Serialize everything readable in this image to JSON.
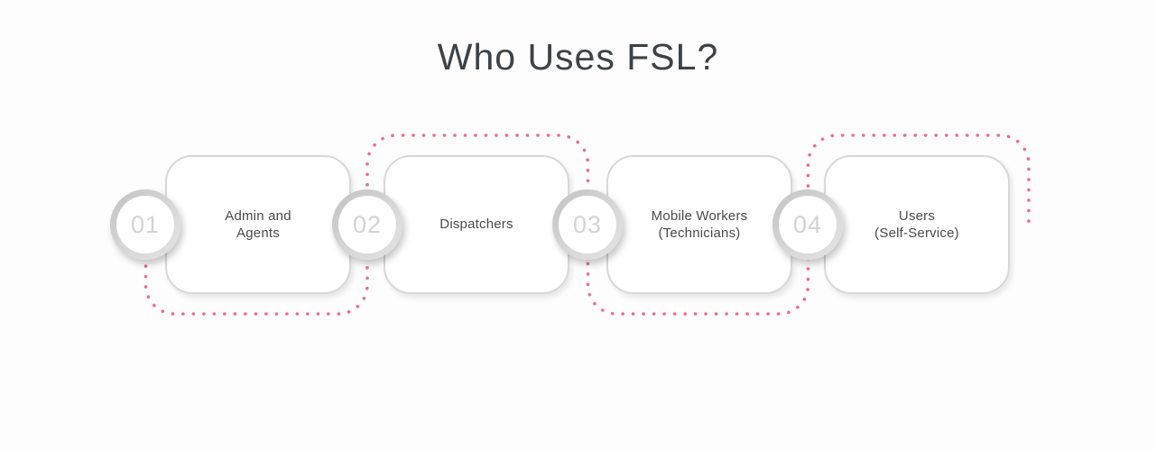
{
  "title": "Who Uses FSL?",
  "steps": [
    {
      "number": "01",
      "label": "Admin and\nAgents"
    },
    {
      "number": "02",
      "label": "Dispatchers"
    },
    {
      "number": "03",
      "label": "Mobile Workers\n(Technicians)"
    },
    {
      "number": "04",
      "label": "Users\n(Self-Service)"
    }
  ],
  "colors": {
    "accent_pink": "#ee6d8e",
    "box_border": "#d8d8d8",
    "circle_ring": "#c9c9c9",
    "number_text": "#d3d3d3",
    "label_text": "#4a4a4a",
    "title_text": "#3d4246",
    "background": "#fdfdfd"
  }
}
